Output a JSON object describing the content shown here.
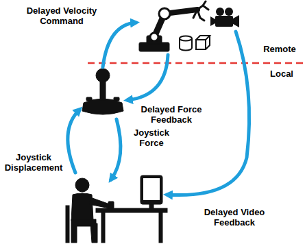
{
  "diagram": {
    "labels": [
      "Delayed Velocity Command",
      "Remote",
      "Local",
      "Delayed Force Feedback",
      "Joystick Force",
      "Joystick Displacement",
      "Delayed Video Feedback"
    ]
  }
}
